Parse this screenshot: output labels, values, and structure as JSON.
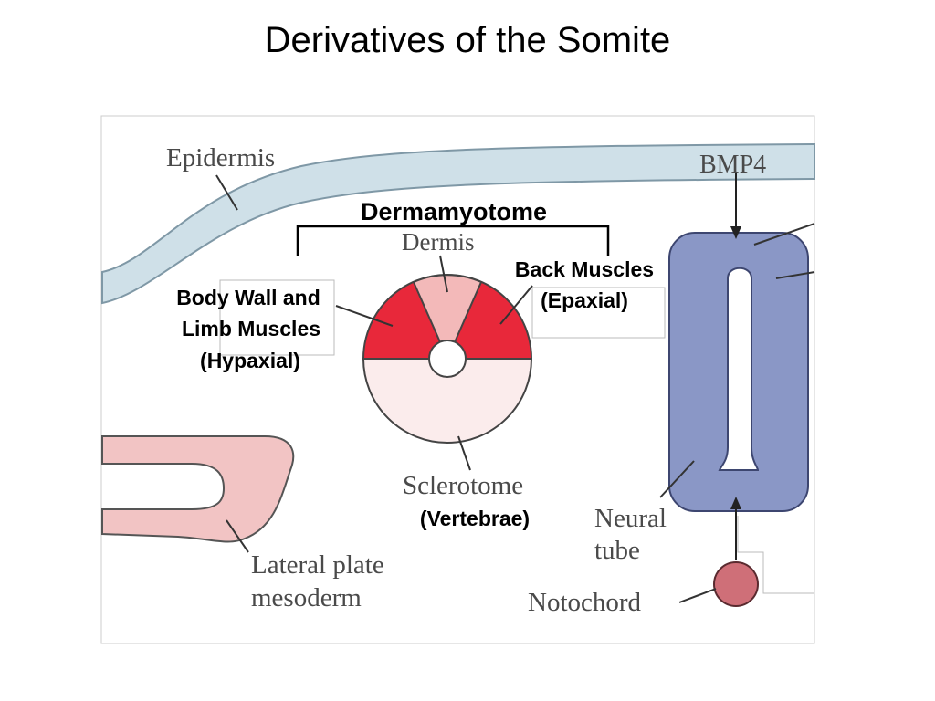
{
  "title": "Derivatives of the Somite",
  "labels": {
    "epidermis": "Epidermis",
    "bmp4": "BMP4",
    "dermamyotome": "Dermamyotome",
    "dermis": "Dermis",
    "back_muscles": "Back Muscles",
    "epaxial": "(Epaxial)",
    "body_wall_line1": "Body Wall and",
    "body_wall_line2": "Limb Muscles",
    "hypaxial": "(Hypaxial)",
    "sclerotome": "Sclerotome",
    "vertebrae": "(Vertebrae)",
    "neural_line1": "Neural",
    "neural_line2": "tube",
    "lateral_line1": "Lateral plate",
    "lateral_line2": "mesoderm",
    "notochord": "Notochord"
  },
  "colors": {
    "epidermis_fill": "#cfe0e8",
    "muscle_red": "#e8283a",
    "dermis_pink": "#f3b9b9",
    "sclerotome_fill": "#fbecec",
    "neural_tube_fill": "#8a97c6",
    "lateral_plate_fill": "#f2c4c4",
    "notochord_fill": "#cf6f78"
  }
}
